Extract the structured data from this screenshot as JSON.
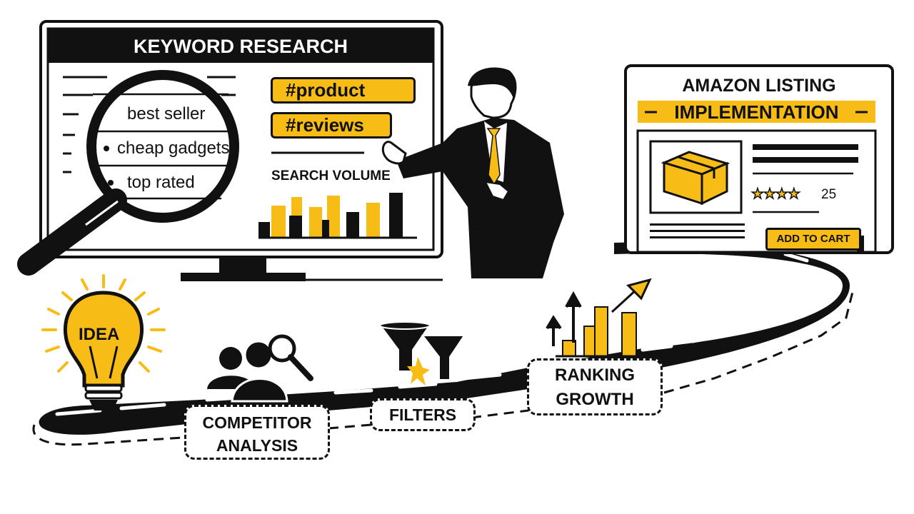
{
  "keyword_research": {
    "title": "KEYWORD RESEARCH",
    "keywords": [
      "best seller",
      "cheap gadgets",
      "top rated"
    ],
    "tags": [
      "#product",
      "#reviews"
    ],
    "chart_label": "SEARCH VOLUME"
  },
  "amazon_listing": {
    "title_line1": "AMAZON LISTING",
    "title_line2": "IMPLEMENTATION",
    "rating_count": "25",
    "star_count": 4,
    "cta": "ADD TO CART"
  },
  "roadmap": {
    "steps": [
      {
        "label": "IDEA"
      },
      {
        "label_line1": "COMPETITOR",
        "label_line2": "ANALYSIS"
      },
      {
        "label": "FILTERS"
      },
      {
        "label_line1": "RANKING",
        "label_line2": "GROWTH"
      }
    ]
  },
  "colors": {
    "accent": "#f7bd16",
    "ink": "#111111",
    "background": "#ffffff"
  },
  "chart_data": {
    "type": "bar",
    "title": "SEARCH VOLUME",
    "categories": [
      "1",
      "2",
      "3",
      "4",
      "5",
      "6",
      "7"
    ],
    "series": [
      {
        "name": "yellow",
        "values": [
          55,
          63,
          50,
          66,
          0,
          55,
          0
        ]
      },
      {
        "name": "black",
        "values": [
          22,
          35,
          27,
          0,
          40,
          0,
          68
        ]
      }
    ],
    "xlabel": "",
    "ylabel": ""
  }
}
